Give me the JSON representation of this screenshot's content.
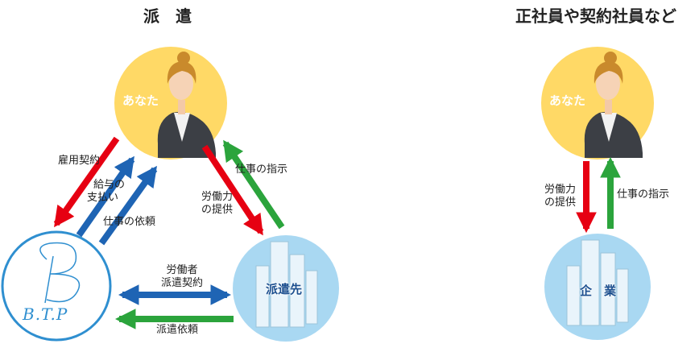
{
  "left_section": {
    "title": "派　遣"
  },
  "right_section": {
    "title": "正社員や契約社員など"
  },
  "nodes": {
    "you_left": "あなた",
    "btp": "B.T.P",
    "client": "派遣先",
    "you_right": "あなた",
    "company": "企　業"
  },
  "labels": {
    "employment_contract": "雇用契約",
    "salary_line1": "給与の",
    "salary_line2": "支払い",
    "work_request": "仕事の依頼",
    "work_instruction_left": "仕事の指示",
    "labor_provision_left_line1": "労働力",
    "labor_provision_left_line2": "の提供",
    "dispatch_contract_line1": "労働者",
    "dispatch_contract_line2": "派遣契約",
    "dispatch_request": "派遣依頼",
    "labor_provision_right_line1": "労働力",
    "labor_provision_right_line2": "の提供",
    "work_instruction_right": "仕事の指示"
  },
  "colors": {
    "node_yellow": "#ffd966",
    "node_blue": "#a9d8f2",
    "btp_border": "#2f8fd0",
    "arrow_red": "#e60012",
    "arrow_blue": "#1e64b4",
    "arrow_green": "#2ba43c"
  }
}
